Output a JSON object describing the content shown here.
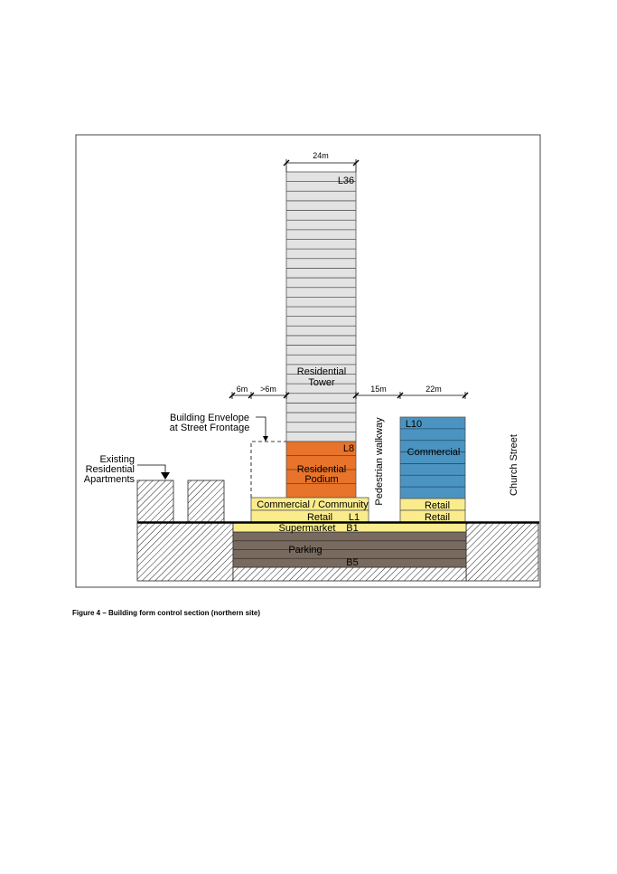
{
  "caption": "Figure 4 – Building form control section (northern site)",
  "labels": {
    "tower_width": "24m",
    "tower_top_level": "L36",
    "tower_line1": "Residential",
    "tower_line2": "Tower",
    "setback_6m": "6m",
    "setback_gt6m": ">6m",
    "walkway_width": "15m",
    "east_width": "22m",
    "envelope_line1": "Building Envelope",
    "envelope_line2": "at Street Frontage",
    "existing_line1": "Existing",
    "existing_line2": "Residential",
    "existing_line3": "Apartments",
    "podium_level": "L8",
    "podium_line1": "Residential",
    "podium_line2": "Podium",
    "commercial_community": "Commercial / Community",
    "retail_west": "Retail",
    "level_l1": "L1",
    "supermarket": "Supermarket",
    "level_b1": "B1",
    "parking": "Parking",
    "level_b5": "B5",
    "pedestrian_walkway": "Pedestrian walkway",
    "east_level": "L10",
    "east_commercial": "Commercial",
    "east_retail_upper": "Retail",
    "east_retail_lower": "Retail",
    "church_street": "Church Street"
  },
  "colors": {
    "tower": "#e3e3e3",
    "podium": "#e8732a",
    "yellow": "#faec8c",
    "blue": "#4b94c1",
    "parking": "#786a5e",
    "hatch": "#222222"
  },
  "levels": {
    "tower_floors": 28,
    "podium_floors": 4,
    "east_floors": 7,
    "parking_floors": 4
  }
}
